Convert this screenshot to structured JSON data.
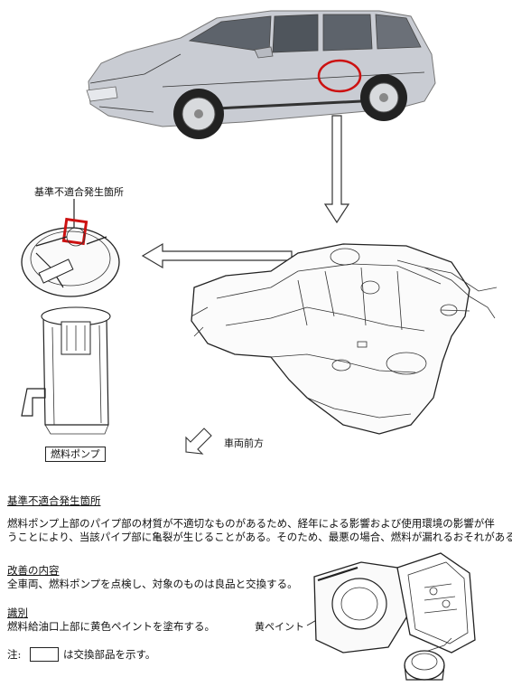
{
  "labels": {
    "defect_location": "基準不適合発生箇所",
    "fuel_pump": "燃料ポンプ",
    "vehicle_front": "車両前方",
    "yellow_paint": "黄ペイント"
  },
  "section_defect": {
    "heading": "基準不適合発生箇所",
    "line1": "燃料ポンプ上部のパイプ部の材質が不適切なものがあるため、経年による影響および使用環境の影響が伴",
    "line2": "うことにより、当該パイプ部に亀裂が生じることがある。そのため、最悪の場合、燃料が漏れるおそれがある。"
  },
  "section_fix": {
    "heading": "改善の内容",
    "body": "全車両、燃料ポンプを点検し、対象のものは良品と交換する。"
  },
  "section_id": {
    "heading": "識別",
    "body": "燃料給油口上部に黄色ペイントを塗布する。"
  },
  "note": {
    "prefix": "注:",
    "suffix": "は交換部品を示す。"
  },
  "colors": {
    "highlight_circle": "#cc1111",
    "car_body": "#c9ccd3"
  }
}
